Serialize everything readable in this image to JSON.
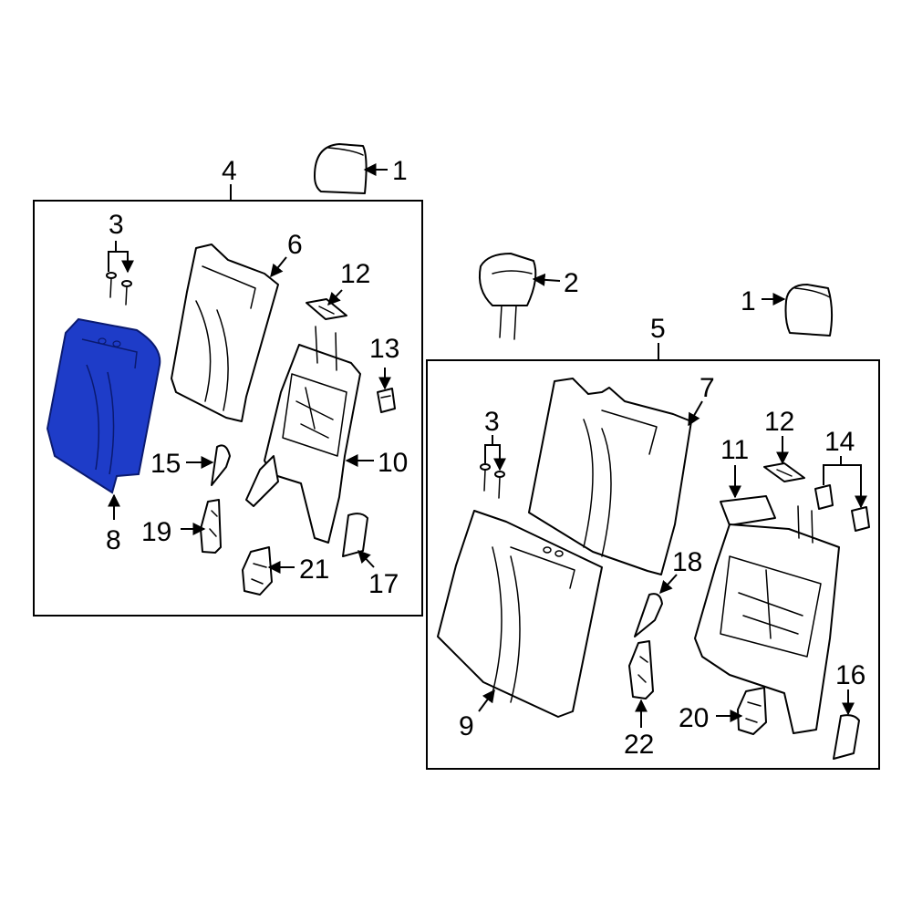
{
  "callouts": {
    "c1a": "1",
    "c1b": "1",
    "c2": "2",
    "c3a": "3",
    "c3b": "3",
    "c4": "4",
    "c5": "5",
    "c6": "6",
    "c7": "7",
    "c8": "8",
    "c9": "9",
    "c10": "10",
    "c11": "11",
    "c12a": "12",
    "c12b": "12",
    "c13": "13",
    "c14": "14",
    "c15": "15",
    "c16": "16",
    "c17": "17",
    "c18": "18",
    "c19": "19",
    "c20": "20",
    "c21": "21",
    "c22": "22"
  },
  "colors": {
    "highlight": "#1e3cc8",
    "line": "#000000",
    "background": "#ffffff"
  }
}
